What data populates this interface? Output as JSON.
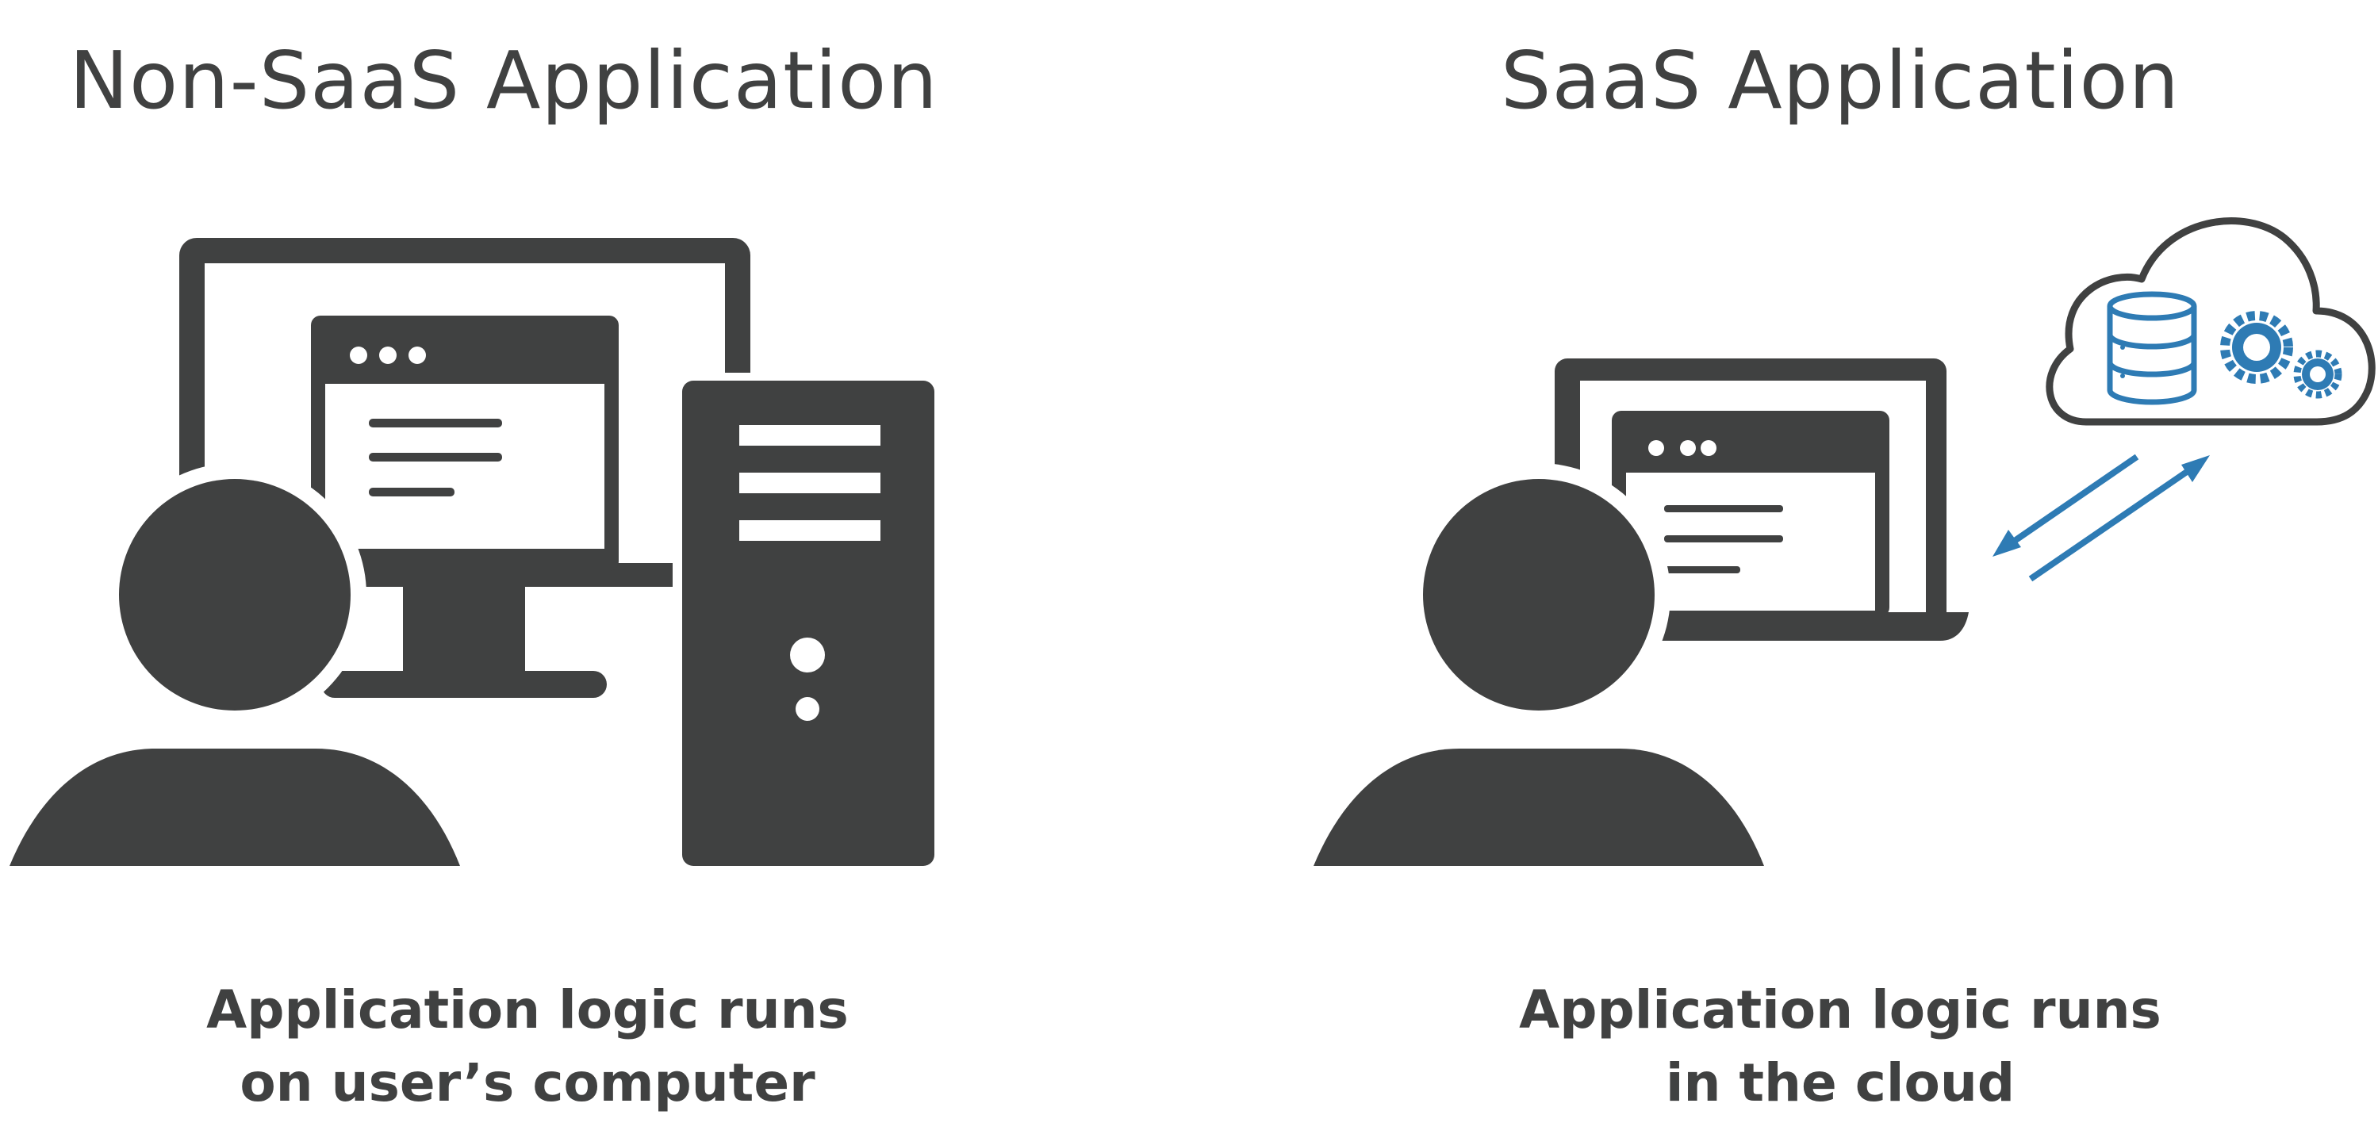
{
  "panels": {
    "left": {
      "title": "Non-SaaS Application",
      "caption_line1": "Application logic runs",
      "caption_line2": "on user’s computer"
    },
    "right": {
      "title": "SaaS Application",
      "caption_line1": "Application logic runs",
      "caption_line2": "in the cloud"
    }
  },
  "icons": [
    "user-icon",
    "desktop-monitor-icon",
    "browser-window-icon",
    "tower-pc-icon",
    "laptop-icon",
    "cloud-icon",
    "database-icon",
    "gears-icon",
    "bidirectional-arrows-icon"
  ],
  "colors": {
    "icon_dark": "#404141",
    "accent_blue": "#2e7bb4",
    "background": "#ffffff"
  }
}
